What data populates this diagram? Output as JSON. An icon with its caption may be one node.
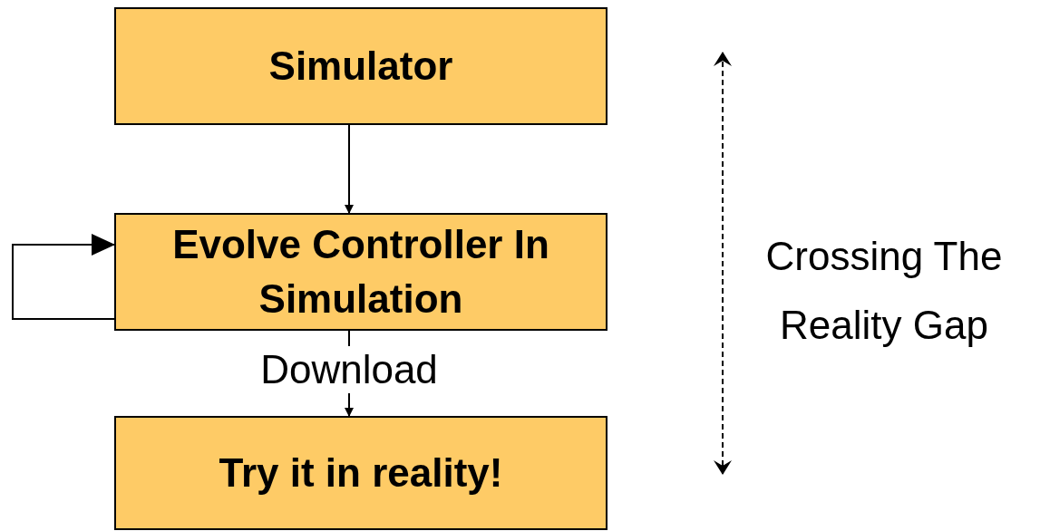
{
  "diagram": {
    "nodes": [
      {
        "text": [
          "Simulator"
        ]
      },
      {
        "text": [
          "Evolve Controller In Simulation"
        ]
      },
      {
        "text": [
          "Try it in reality!"
        ]
      }
    ],
    "edges": [
      {
        "from": 0,
        "to": 1,
        "arrow": "to"
      },
      {
        "from": 1,
        "to": 1,
        "arrow": "to"
      },
      {
        "from": 1,
        "to": 2,
        "arrow": "to",
        "label": "Download"
      }
    ],
    "labels": [
      "Crossing The Reality Gap"
    ]
  }
}
